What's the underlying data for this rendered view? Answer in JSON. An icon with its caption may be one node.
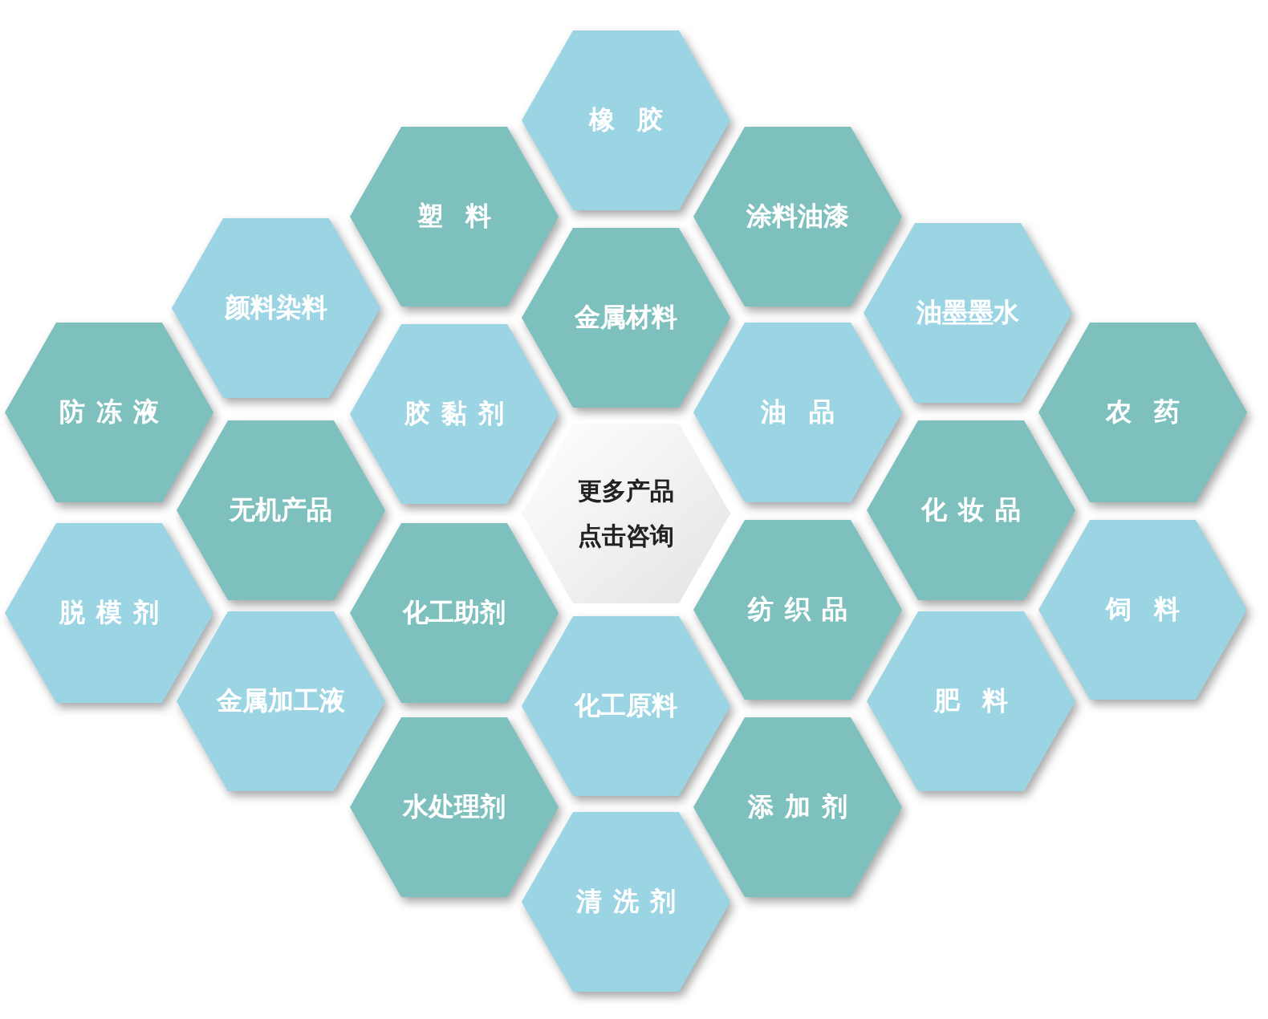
{
  "diagram": {
    "nodes": [
      {
        "text": [
          "橡胶"
        ]
      },
      {
        "text": [
          "塑料"
        ]
      },
      {
        "text": [
          "涂料油漆"
        ]
      },
      {
        "text": [
          "颜料染料"
        ]
      },
      {
        "text": [
          "金属材料"
        ]
      },
      {
        "text": [
          "油墨墨水"
        ]
      },
      {
        "text": [
          "防冻液"
        ]
      },
      {
        "text": [
          "胶黏剂"
        ]
      },
      {
        "text": [
          "油品"
        ]
      },
      {
        "text": [
          "农药"
        ]
      },
      {
        "text": [
          "无机产品"
        ]
      },
      {
        "text": [
          "更多产品",
          "点击咨询"
        ]
      },
      {
        "text": [
          "化妆品"
        ]
      },
      {
        "text": [
          "脱模剂"
        ]
      },
      {
        "text": [
          "化工助剂"
        ]
      },
      {
        "text": [
          "纺织品"
        ]
      },
      {
        "text": [
          "饲料"
        ]
      },
      {
        "text": [
          "金属加工液"
        ]
      },
      {
        "text": [
          "化工原料"
        ]
      },
      {
        "text": [
          "肥料"
        ]
      },
      {
        "text": [
          "水处理剂"
        ]
      },
      {
        "text": [
          "添加剂"
        ]
      },
      {
        "text": [
          "清洗剂"
        ]
      }
    ]
  }
}
